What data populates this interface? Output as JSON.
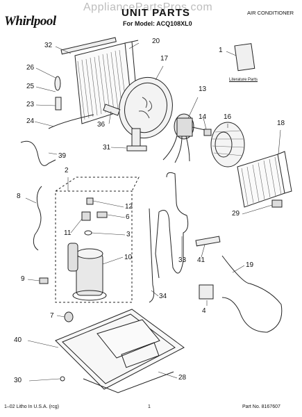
{
  "header": {
    "watermark": "AppliancePartsPros.com",
    "brand": "Whirlpool",
    "title": "UNIT PARTS",
    "model_line": "For Model: ACQ108XL0",
    "category": "AIR CONDITIONER"
  },
  "literature_label": "Literature Parts",
  "callouts": [
    "32",
    "20",
    "1",
    "26",
    "17",
    "25",
    "13",
    "23",
    "14",
    "16",
    "18",
    "36",
    "24",
    "31",
    "39",
    "2",
    "8",
    "12",
    "6",
    "11",
    "3",
    "29",
    "10",
    "33",
    "41",
    "19",
    "9",
    "34",
    "7",
    "4",
    "40",
    "28",
    "30"
  ],
  "footer": {
    "left": "1–02 Litho In U.S.A. (rcg)",
    "center": "1",
    "right": "Part No. 8167607"
  }
}
